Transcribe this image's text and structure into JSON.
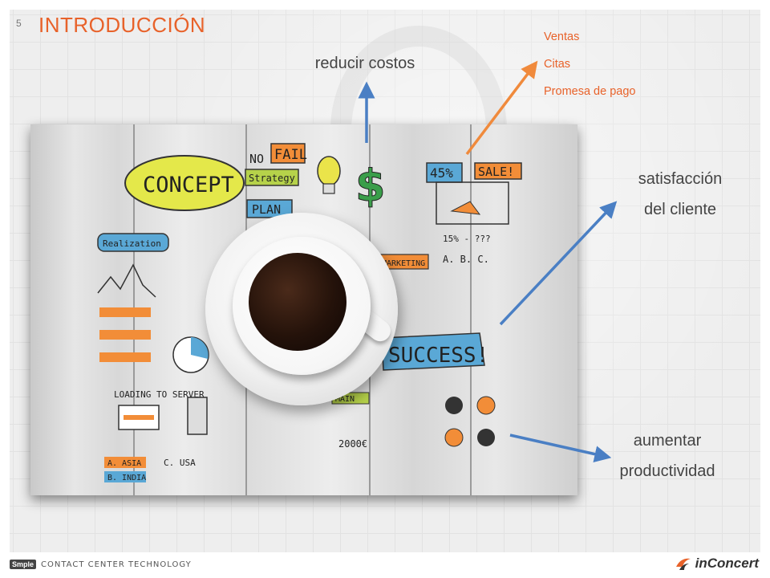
{
  "slide": {
    "page_number": "5",
    "title": "INTRODUCCIÓN",
    "sales_items": [
      "Ventas",
      "Citas",
      "Promesa de pago"
    ],
    "labels": {
      "reducir_costos": "reducir costos",
      "satisfaccion_line1": "satisfacción",
      "satisfaccion_line2": "del cliente",
      "productividad_line1": "aumentar",
      "productividad_line2": "productividad"
    },
    "colors": {
      "accent_orange": "#e8622a",
      "arrow_blue": "#4a7fc4",
      "arrow_orange": "#f08a3c"
    }
  },
  "photo": {
    "sketch_texts": {
      "concept": "CONCEPT",
      "fail": "FAIL",
      "no": "NO",
      "strategy": "Strategy",
      "plan": "PLAN",
      "percent": "45%",
      "sale": "SALE!",
      "success": "SUCCESS!",
      "marketing": "MARKETING",
      "realization": "Realization",
      "loading": "LOADING TO SERVER",
      "asia": "A. ASIA",
      "india": "B. INDIA",
      "usa": "C. USA",
      "main": "MAIN",
      "amount": "2000€",
      "abc": "A.  B.  C.",
      "ratio": "15% - ???"
    }
  },
  "footer": {
    "brand_left_logo": "Smple",
    "brand_left_text": "CONTACT CENTER TECHNOLOGY",
    "brand_right": "inConcert"
  }
}
